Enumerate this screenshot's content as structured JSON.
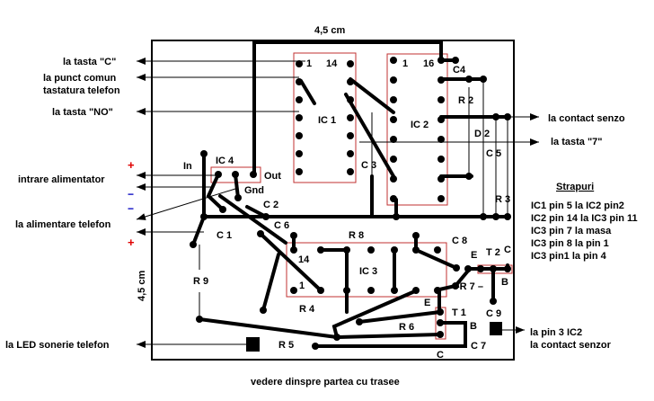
{
  "dimensions": {
    "top": "4,5 cm",
    "left": "4,5 cm"
  },
  "left_connections": {
    "tasta_c": "la tasta \"C\"",
    "punct_comun_1": "la punct comun",
    "punct_comun_2": "tastatura telefon",
    "tasta_no": "la tasta \"NO\"",
    "intrare_alimentator": "intrare alimentator",
    "alimentare_telefon": "la alimentare telefon",
    "led_sonerie": "la LED sonerie telefon",
    "plus": "+",
    "minus": "−"
  },
  "right_connections": {
    "contact_senzo": "la contact senzo",
    "tasta_7": "la tasta \"7\"",
    "pin3_1": "la pin 3 IC2",
    "pin3_2": "la contact senzor"
  },
  "components": {
    "ic1": "IC 1",
    "ic2": "IC 2",
    "ic3": "IC 3",
    "ic4": "IC 4",
    "pin1": "1",
    "pin14": "14",
    "pin16": "16",
    "in": "In",
    "out": "Out",
    "gnd": "Gnd",
    "c1": "C 1",
    "c2": "C 2",
    "c3": "C 3",
    "c4": "C4",
    "c5": "C 5",
    "c6": "C 6",
    "c7": "C 7",
    "c8": "C 8",
    "c9": "C 9",
    "r2": "R 2",
    "r3": "R 3",
    "r4": "R 4",
    "r5": "R 5",
    "r6": "R 6",
    "r7": "-R 7 –",
    "r8": "R 8",
    "r9": "R 9",
    "d2": "D 2",
    "t1": "T 1",
    "t2": "T 2",
    "e": "E",
    "b": "B",
    "c": "C"
  },
  "strapuri": {
    "title": "Strapuri",
    "items": [
      "IC1 pin 5 la IC2 pin2",
      "IC2 pin 14 la IC3 pin 11",
      "IC3 pin 7 la masa",
      "IC3 pin 8 la pin  1",
      "IC3 pin1 la pin  4"
    ]
  },
  "caption": "vedere dinspre partea cu trasee",
  "colors": {
    "ic_outline": "#c03030",
    "plus": "#e00000",
    "minus": "#0000c0"
  }
}
